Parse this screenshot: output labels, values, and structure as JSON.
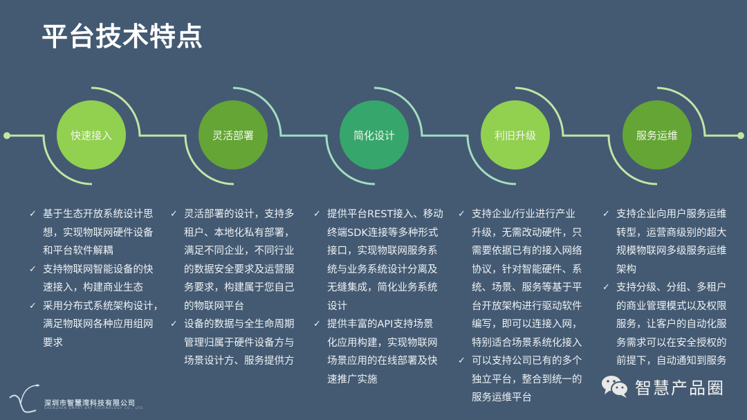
{
  "page": {
    "title": "平台技术特点"
  },
  "colors": {
    "background": "#435a72",
    "connector_light": "#c5e4a6",
    "connector_teal": "#a6dcc3",
    "node_light_green": "#92d050",
    "node_dark_green": "#64a536",
    "node_teal_green": "#37a66c"
  },
  "nodes": [
    {
      "label": "快速接入",
      "color": "#92d050"
    },
    {
      "label": "灵活部署",
      "color": "#64a536"
    },
    {
      "label": "简化设计",
      "color": "#37a66c"
    },
    {
      "label": "利旧升级",
      "color": "#92d050"
    },
    {
      "label": "服务运维",
      "color": "#64a536"
    }
  ],
  "columns": [
    {
      "items": [
        {
          "check": "✓",
          "lines": [
            "基于生态开放系统设计思",
            "想，实现物联网硬件设备",
            "和平台软件解耦"
          ]
        },
        {
          "check": "✓",
          "lines": [
            "支持物联网智能设备的快",
            "速接入，构建商业生态"
          ]
        },
        {
          "check": "✓",
          "lines": [
            "采用分布式系统架构设计，",
            "满足物联网各种应用组网",
            "要求"
          ]
        }
      ]
    },
    {
      "items": [
        {
          "check": "✓",
          "lines": [
            "灵活部署的设计，支持多",
            "租户、本地化私有部署，",
            "满足不同企业，不同行业",
            "的数据安全要求及运营服",
            "务要求，构建属于您自己",
            "的物联网平台"
          ]
        },
        {
          "check": "✓",
          "lines": [
            "设备的数据与全生命周期",
            "管理归属于硬件设备方与",
            "场景设计方、服务提供方"
          ]
        }
      ]
    },
    {
      "items": [
        {
          "check": "✓",
          "lines": [
            "提供平台REST接入、移动",
            "终端SDK连接等多种形式",
            "接口，实现物联网服务系",
            "统与业务系统设计分离及",
            "无缝集成，简化业务系统",
            "设计"
          ]
        },
        {
          "check": "✓",
          "lines": [
            "提供丰富的API支持场景",
            "化应用构建，实现物联网",
            "场景应用的在线部署及快",
            "速推广实施"
          ]
        }
      ]
    },
    {
      "items": [
        {
          "check": "✓",
          "lines": [
            "支持企业/行业进行产业",
            "升级，无需改动硬件，只",
            "需要依据已有的接入网络",
            "协议，针对智能硬件、系",
            "统、场景、服务等基于平",
            "台开放架构进行驱动软件",
            "编写，即可以连接入网，",
            "特别适合场景系统化接入"
          ]
        },
        {
          "check": "✓",
          "lines": [
            "可以支持公司已有的多个",
            "独立平台，整合到统一的",
            "服务运维平台"
          ]
        }
      ]
    },
    {
      "items": [
        {
          "check": "✓",
          "lines": [
            "支持企业向用户服务运维",
            "转型，运营商级别的超大",
            "规模物联网多级服务运维",
            "架构"
          ]
        },
        {
          "check": "✓",
          "lines": [
            "支持分级、分组、多租户",
            "的商业管理模式以及权限",
            "服务，让客户的自动化服",
            "务需求可以在安全授权的",
            "前提下，自动通知到服务"
          ]
        }
      ]
    }
  ],
  "logo": {
    "name_cn": "深圳市智慧湾科技有限公司",
    "name_en": "SHENZHEN SMART BAY TECHNOLOGY CO., LTD."
  },
  "watermark": {
    "icon": "wechat-icon",
    "text": "智慧产品圈"
  }
}
